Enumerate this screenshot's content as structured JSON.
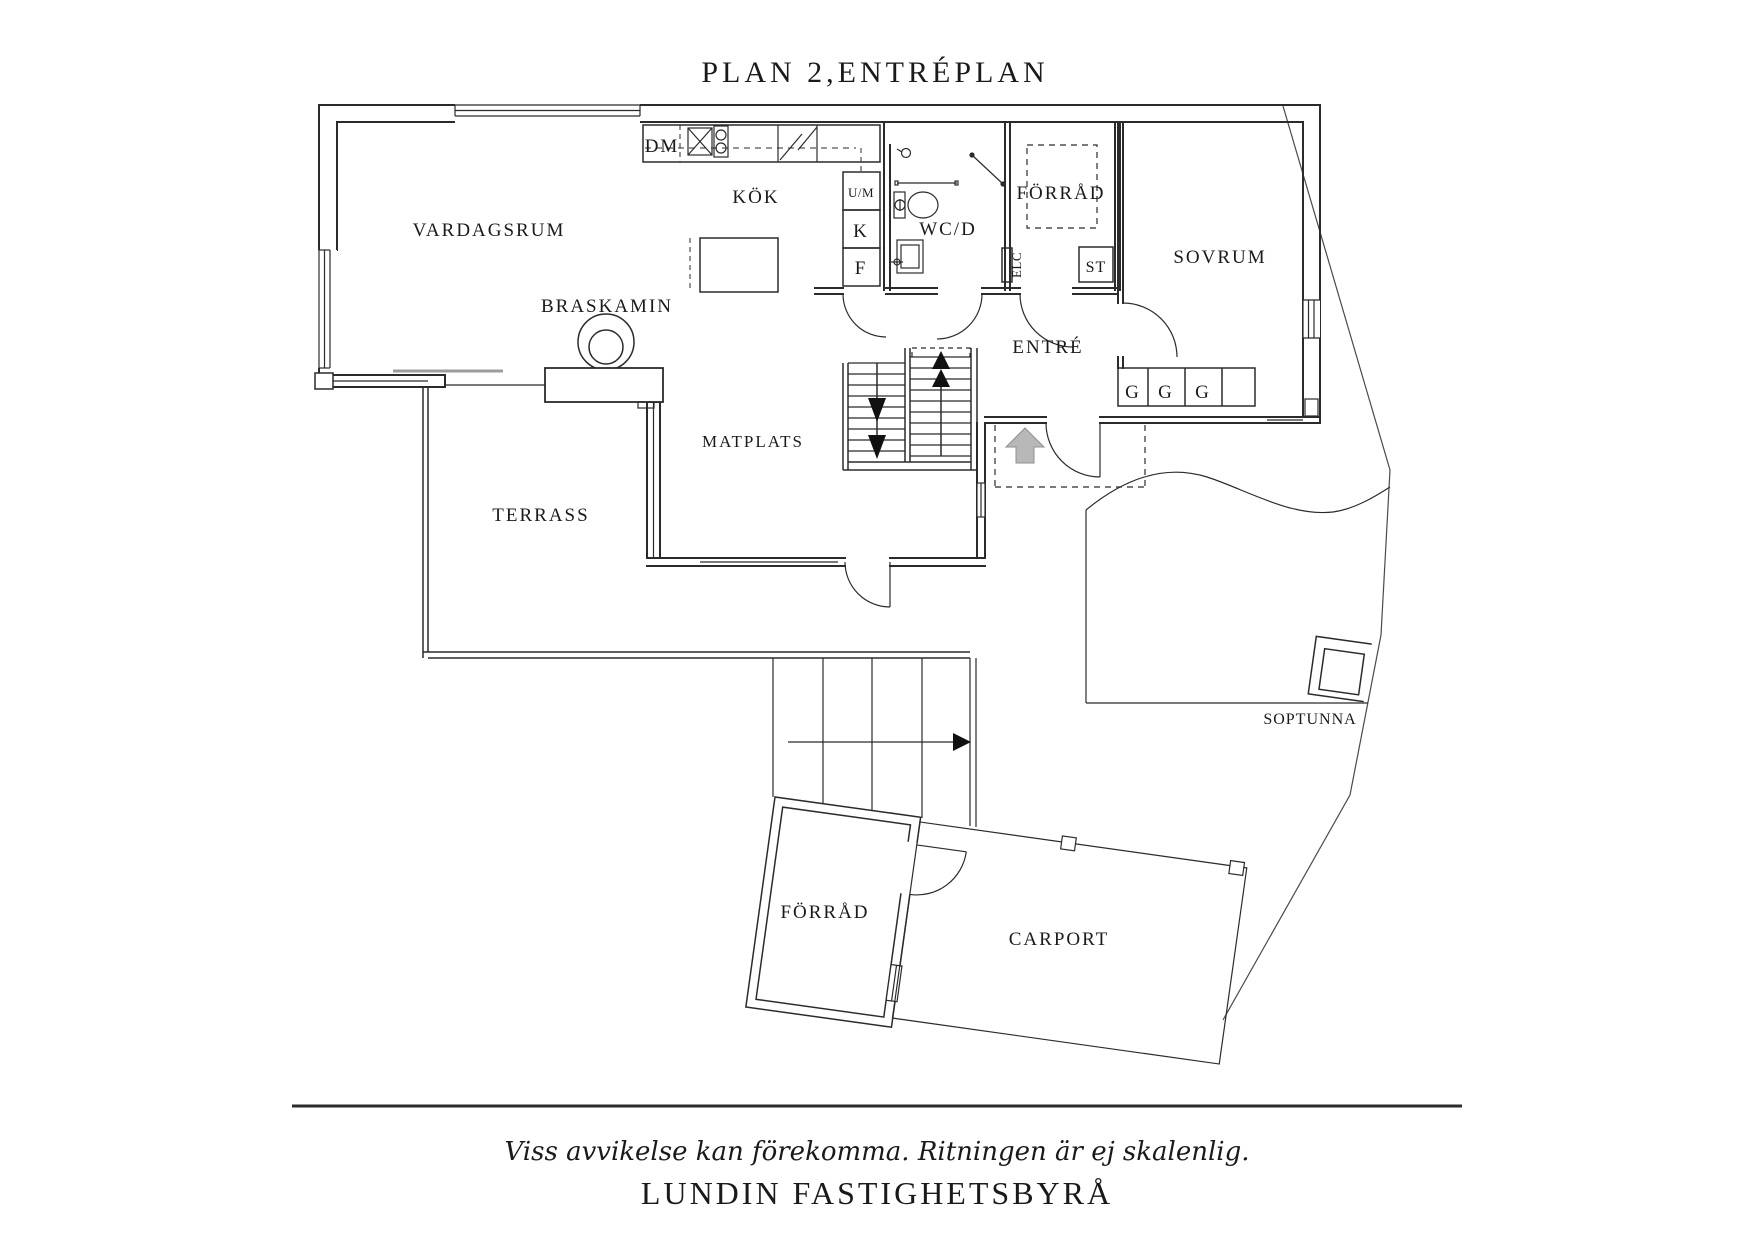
{
  "title": "PLAN 2,ENTRÉPLAN",
  "floor": {
    "rooms": {
      "vardagsrum": "VARDAGSRUM",
      "kok": "KÖK",
      "wcd": "WC/D",
      "forrad": "FÖRRÅD",
      "sovrum": "SOVRUM",
      "entre": "ENTRÉ",
      "matplats": "MATPLATS",
      "terrass": "TERRASS"
    },
    "features": {
      "braskamin": "BRASKAMIN",
      "soptunna": "SOPTUNNA",
      "dm": "DM",
      "um": "U/M",
      "kyl": "K",
      "frys": "F",
      "st": "ST",
      "elc": "ELC",
      "g": "G"
    },
    "outbuildings": {
      "forrad": "FÖRRÅD",
      "carport": "CARPORT"
    }
  },
  "footer": {
    "disclaimer": "Viss avvikelse kan förekomma. Ritningen är ej skalenlig.",
    "brand": "LUNDIN FASTIGHETSBYRÅ"
  },
  "colors": {
    "line": "#2b2b2b",
    "boundary": "#4a4a4a",
    "text": "#1a1a1a",
    "gray_accent": "#9c9c9c",
    "arrow_fill": "#b8b8b8"
  },
  "icons": {
    "fireplace": "braskamin-stove-icon",
    "toilet": "toilet-icon",
    "wash_basin": "wash-basin-icon",
    "kitchen_sink": "kitchen-sink-icon",
    "stove": "stove-icon",
    "stairs_up": "stairs-up-arrow-icon",
    "stairs_down": "stairs-down-arrow-icon",
    "entrance_arrow": "entrance-arrow-icon",
    "outdoor_stairs_arrow": "outdoor-stairs-arrow-icon",
    "waste_bin": "waste-bin-icon"
  }
}
